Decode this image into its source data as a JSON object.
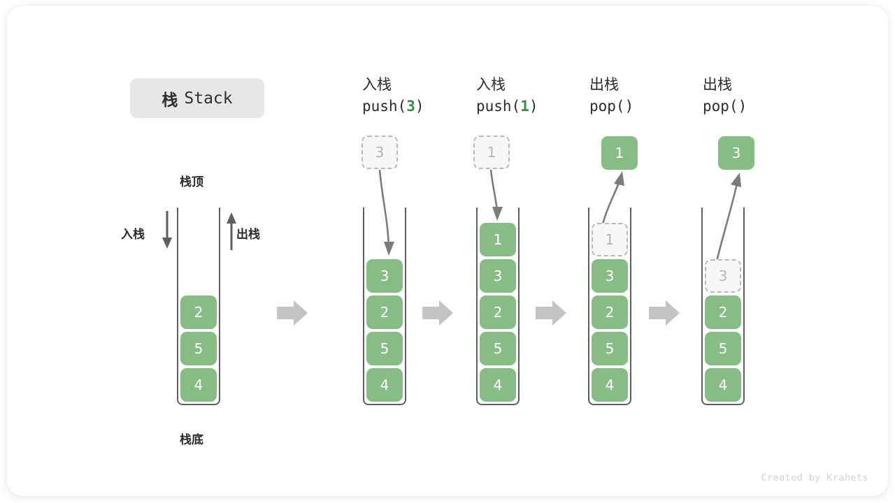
{
  "figure": {
    "title_cn": "栈",
    "title_en": "Stack",
    "footer": "Created by Krahets",
    "colors": {
      "box_fill": "#85bd85",
      "box_text": "#ffffff",
      "ghost_fill": "#f7f7f7",
      "ghost_border": "#b9b9b9",
      "ghost_text": "#b4b4b4",
      "container_line": "#5f5f5f",
      "flow_arrow": "#c3c3c3",
      "accent_green": "#3b8c3f",
      "chip_bg": "#e7e7e7",
      "text": "#2b2b2b"
    }
  },
  "initial_panel": {
    "top_label": "栈顶",
    "bottom_label": "栈底",
    "push_label": "入栈",
    "pop_label": "出栈",
    "stack_values": [
      "2",
      "5",
      "4"
    ]
  },
  "steps": [
    {
      "op_cn": "入栈",
      "op_code_prefix": "push(",
      "op_code_arg": "3",
      "op_code_suffix": ")",
      "incoming_value": "3",
      "incoming_kind": "ghost",
      "direction": "push",
      "stack_values": [
        "3",
        "2",
        "5",
        "4"
      ],
      "stack_ghost_index": -1
    },
    {
      "op_cn": "入栈",
      "op_code_prefix": "push(",
      "op_code_arg": "1",
      "op_code_suffix": ")",
      "incoming_value": "1",
      "incoming_kind": "ghost",
      "direction": "push",
      "stack_values": [
        "1",
        "3",
        "2",
        "5",
        "4"
      ],
      "stack_ghost_index": -1
    },
    {
      "op_cn": "出栈",
      "op_code_prefix": "pop(",
      "op_code_arg": "",
      "op_code_suffix": ")",
      "incoming_value": "1",
      "incoming_kind": "filled",
      "direction": "pop",
      "stack_values": [
        "1",
        "3",
        "2",
        "5",
        "4"
      ],
      "stack_ghost_index": 0
    },
    {
      "op_cn": "出栈",
      "op_code_prefix": "pop(",
      "op_code_arg": "",
      "op_code_suffix": ")",
      "incoming_value": "3",
      "incoming_kind": "filled",
      "direction": "pop",
      "stack_values": [
        "3",
        "2",
        "5",
        "4"
      ],
      "stack_ghost_index": 0
    }
  ]
}
